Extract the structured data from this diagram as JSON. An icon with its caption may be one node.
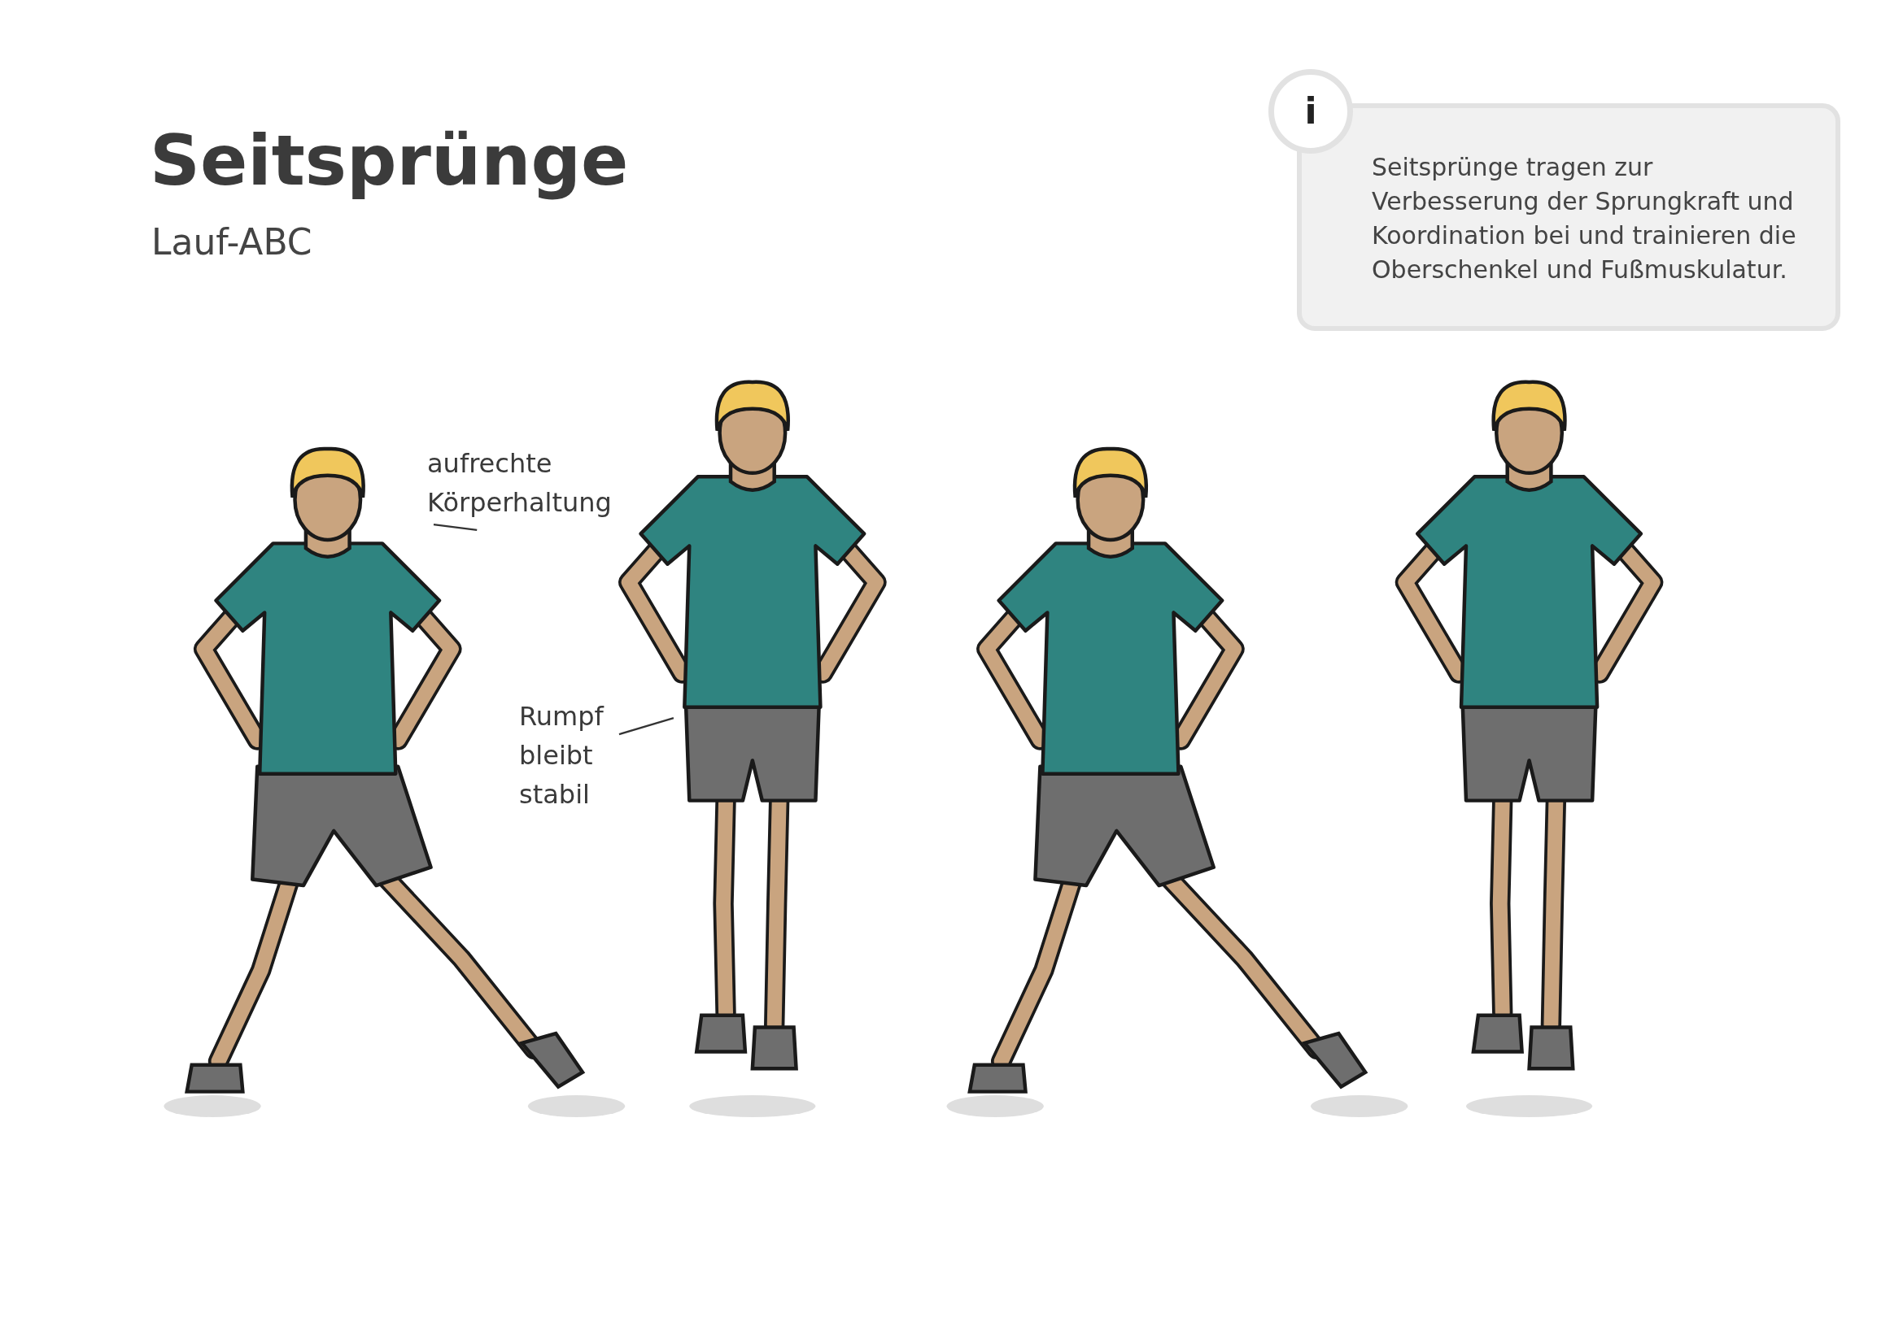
{
  "diagram": {
    "title": "Seitsprünge",
    "nodes": [
      {
        "text": [
          "aufrechte Körperhaltung"
        ]
      },
      {
        "text": [
          "Rumpf bleibt stabil"
        ]
      },
      {
        "text": [
          "Seitsprünge tragen zur Verbesserung der Sprungkraft und Koordination bei und trainieren die Oberschenkel und Fußmuskulatur."
        ]
      }
    ],
    "edges": [
      {
        "from": 0,
        "to": null,
        "arrow": "none"
      },
      {
        "from": 1,
        "to": null,
        "arrow": "none"
      }
    ],
    "labels": [
      "Lauf-ABC",
      "i"
    ]
  }
}
